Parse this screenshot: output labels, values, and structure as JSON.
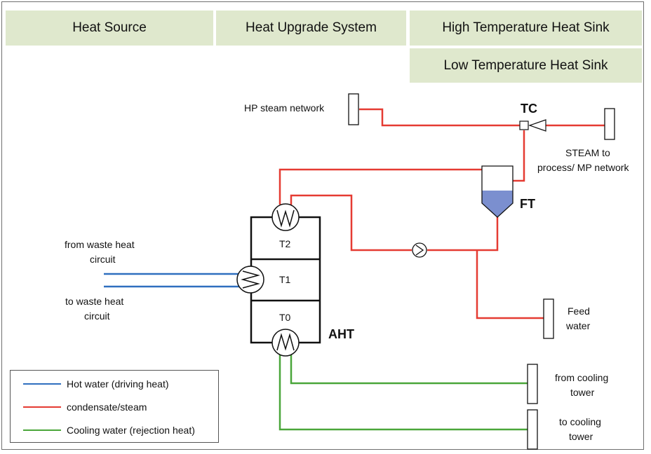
{
  "header": {
    "heat_source": "Heat Source",
    "heat_upgrade": "Heat Upgrade System",
    "high_temp_sink": "High Temperature Heat Sink",
    "low_temp_sink": "Low Temperature Heat Sink"
  },
  "labels": {
    "hp_steam_network": "HP steam network",
    "tc": "TC",
    "steam_to_process_1": "STEAM to",
    "steam_to_process_2": "process/ MP network",
    "ft": "FT",
    "from_waste_heat_1": "from waste heat",
    "from_waste_heat_2": "circuit",
    "to_waste_heat_1": "to waste heat",
    "to_waste_heat_2": "circuit",
    "t2": "T2",
    "t1": "T1",
    "t0": "T0",
    "aht": "AHT",
    "feed_water_1": "Feed",
    "feed_water_2": "water",
    "from_cooling_1": "from cooling",
    "from_cooling_2": "tower",
    "to_cooling_1": "to cooling",
    "to_cooling_2": "tower"
  },
  "legend": {
    "items": [
      {
        "label": "Hot water (driving heat)",
        "color": "#2f6fbf"
      },
      {
        "label": "condensate/steam",
        "color": "#e53b32"
      },
      {
        "label": "Cooling water (rejection heat)",
        "color": "#4aa63a"
      }
    ]
  },
  "colors": {
    "hot_water": "#2f6fbf",
    "steam": "#e53b32",
    "cooling": "#4aa63a",
    "tank_liquid": "#7b8fcf",
    "header_bg": "#dfe8cd"
  }
}
